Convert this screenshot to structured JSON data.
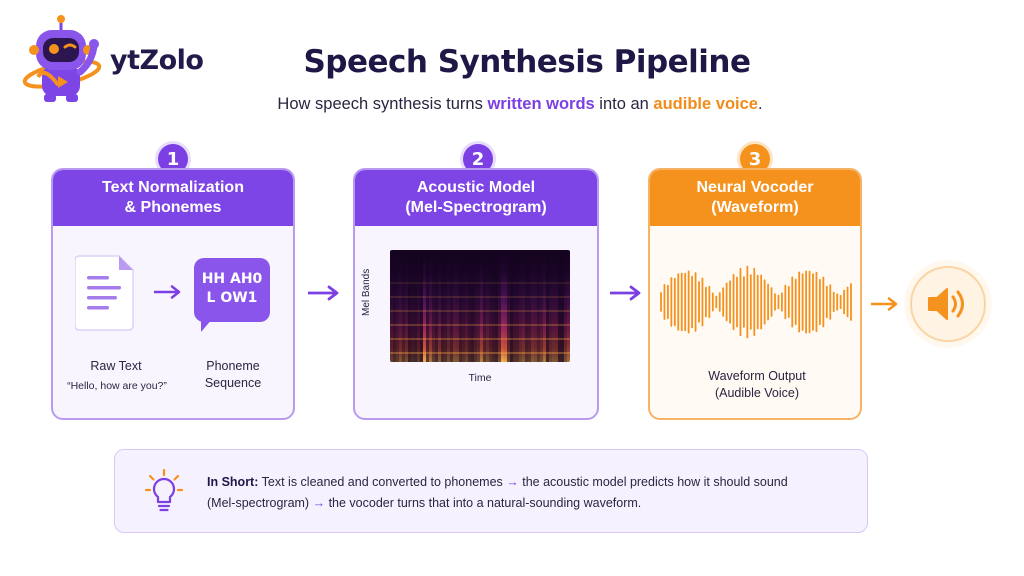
{
  "brand": {
    "name": "ytZolo"
  },
  "title": "Speech Synthesis Pipeline",
  "subtitle": {
    "prefix": "How speech synthesis turns ",
    "highlight1": "written words",
    "middle": " into an ",
    "highlight2": "audible voice",
    "suffix": "."
  },
  "colors": {
    "purple": "#7e45e6",
    "orange": "#f5921e",
    "dark_text": "#1f1847"
  },
  "steps": [
    {
      "number": "1",
      "title_line1": "Text Normalization",
      "title_line2": "& Phonemes",
      "raw_text_label": "Raw Text",
      "raw_text_example": "“Hello, how are you?”",
      "phoneme_line1": "HH AH0",
      "phoneme_line2": "L OW1",
      "phoneme_label_line1": "Phoneme",
      "phoneme_label_line2": "Sequence",
      "icons": [
        "document-icon",
        "speech-bubble-icon",
        "arrow-right-icon"
      ]
    },
    {
      "number": "2",
      "title_line1": "Acoustic Model",
      "title_line2": "(Mel-Spectrogram)",
      "ylabel": "Mel Bands",
      "xlabel": "Time",
      "icons": [
        "spectrogram-image"
      ]
    },
    {
      "number": "3",
      "title_line1": "Neural Vocoder",
      "title_line2": "(Waveform)",
      "output_label_line1": "Waveform Output",
      "output_label_line2": "(Audible Voice)",
      "icons": [
        "waveform-icon",
        "speaker-icon"
      ]
    }
  ],
  "summary": {
    "label": "In Short:",
    "part1": "Text is cleaned and converted to phonemes",
    "arrow": "→",
    "part2": "the acoustic model predicts how it should sound",
    "part3": "(Mel-spectrogram)",
    "part4": "the vocoder turns that into a natural-sounding waveform.",
    "icon": "lightbulb-icon"
  }
}
